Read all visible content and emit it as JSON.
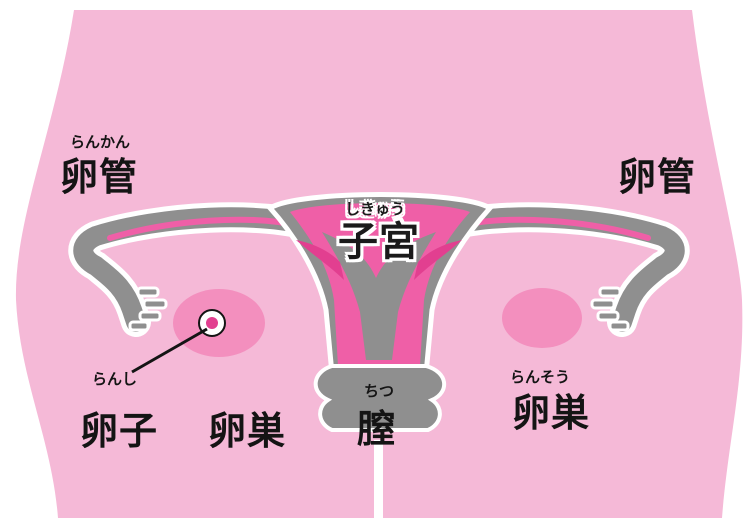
{
  "labels": {
    "tube_left_ruby": "らんかん",
    "tube_left": "卵管",
    "tube_right": "卵管",
    "uterus_ruby": "しきゅう",
    "uterus": "子宮",
    "egg_ruby": "らんし",
    "egg": "卵子",
    "ovary_left": "卵巣",
    "vagina_ruby": "ちつ",
    "vagina": "膣",
    "ovary_right_ruby": "らんそう",
    "ovary_right": "卵巣"
  },
  "colors": {
    "body": "#f5b9d7",
    "tube_gray": "#8f8f8f",
    "uterus_pink": "#ef5fa7",
    "uterus_dark": "#e23f90",
    "ovary": "#f38fbe",
    "outline_white": "#ffffff"
  }
}
